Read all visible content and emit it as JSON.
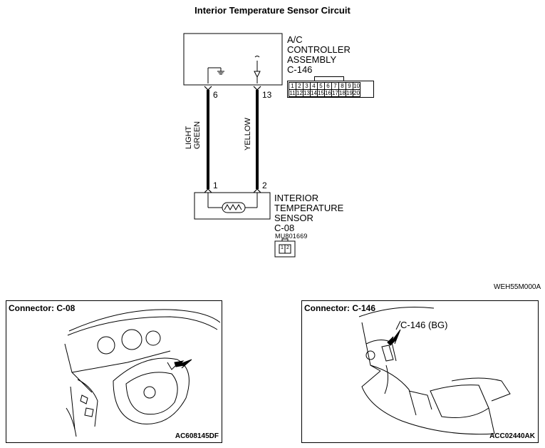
{
  "title": "Interior Temperature Sensor Circuit",
  "controller": {
    "name_lines": [
      "A/C",
      "CONTROLLER",
      "ASSEMBLY"
    ],
    "connector": "C-146",
    "pin_left": "6",
    "pin_right": "13",
    "connector_row1": [
      "1",
      "2",
      "3",
      "4",
      "5",
      "6",
      "7",
      "8",
      "9",
      "10"
    ],
    "connector_row2": [
      "11",
      "12",
      "13",
      "14",
      "15",
      "16",
      "17",
      "18",
      "19",
      "20"
    ]
  },
  "wires": {
    "left_color_line1": "LIGHT",
    "left_color_line2": "GREEN",
    "right_color": "YELLOW"
  },
  "sensor": {
    "name_lines": [
      "INTERIOR",
      "TEMPERATURE",
      "SENSOR"
    ],
    "connector": "C-08",
    "pin_left": "1",
    "pin_right": "2",
    "part_code": "MU801669",
    "connector_pins": [
      "1",
      "2"
    ]
  },
  "diagram_code": "WEH55M000A",
  "panels": [
    {
      "title": "Connector: C-08",
      "code": "AC608145DF"
    },
    {
      "title": "Connector: C-146",
      "code": "ACC02440AK",
      "callout": "C-146 (BG)"
    }
  ]
}
